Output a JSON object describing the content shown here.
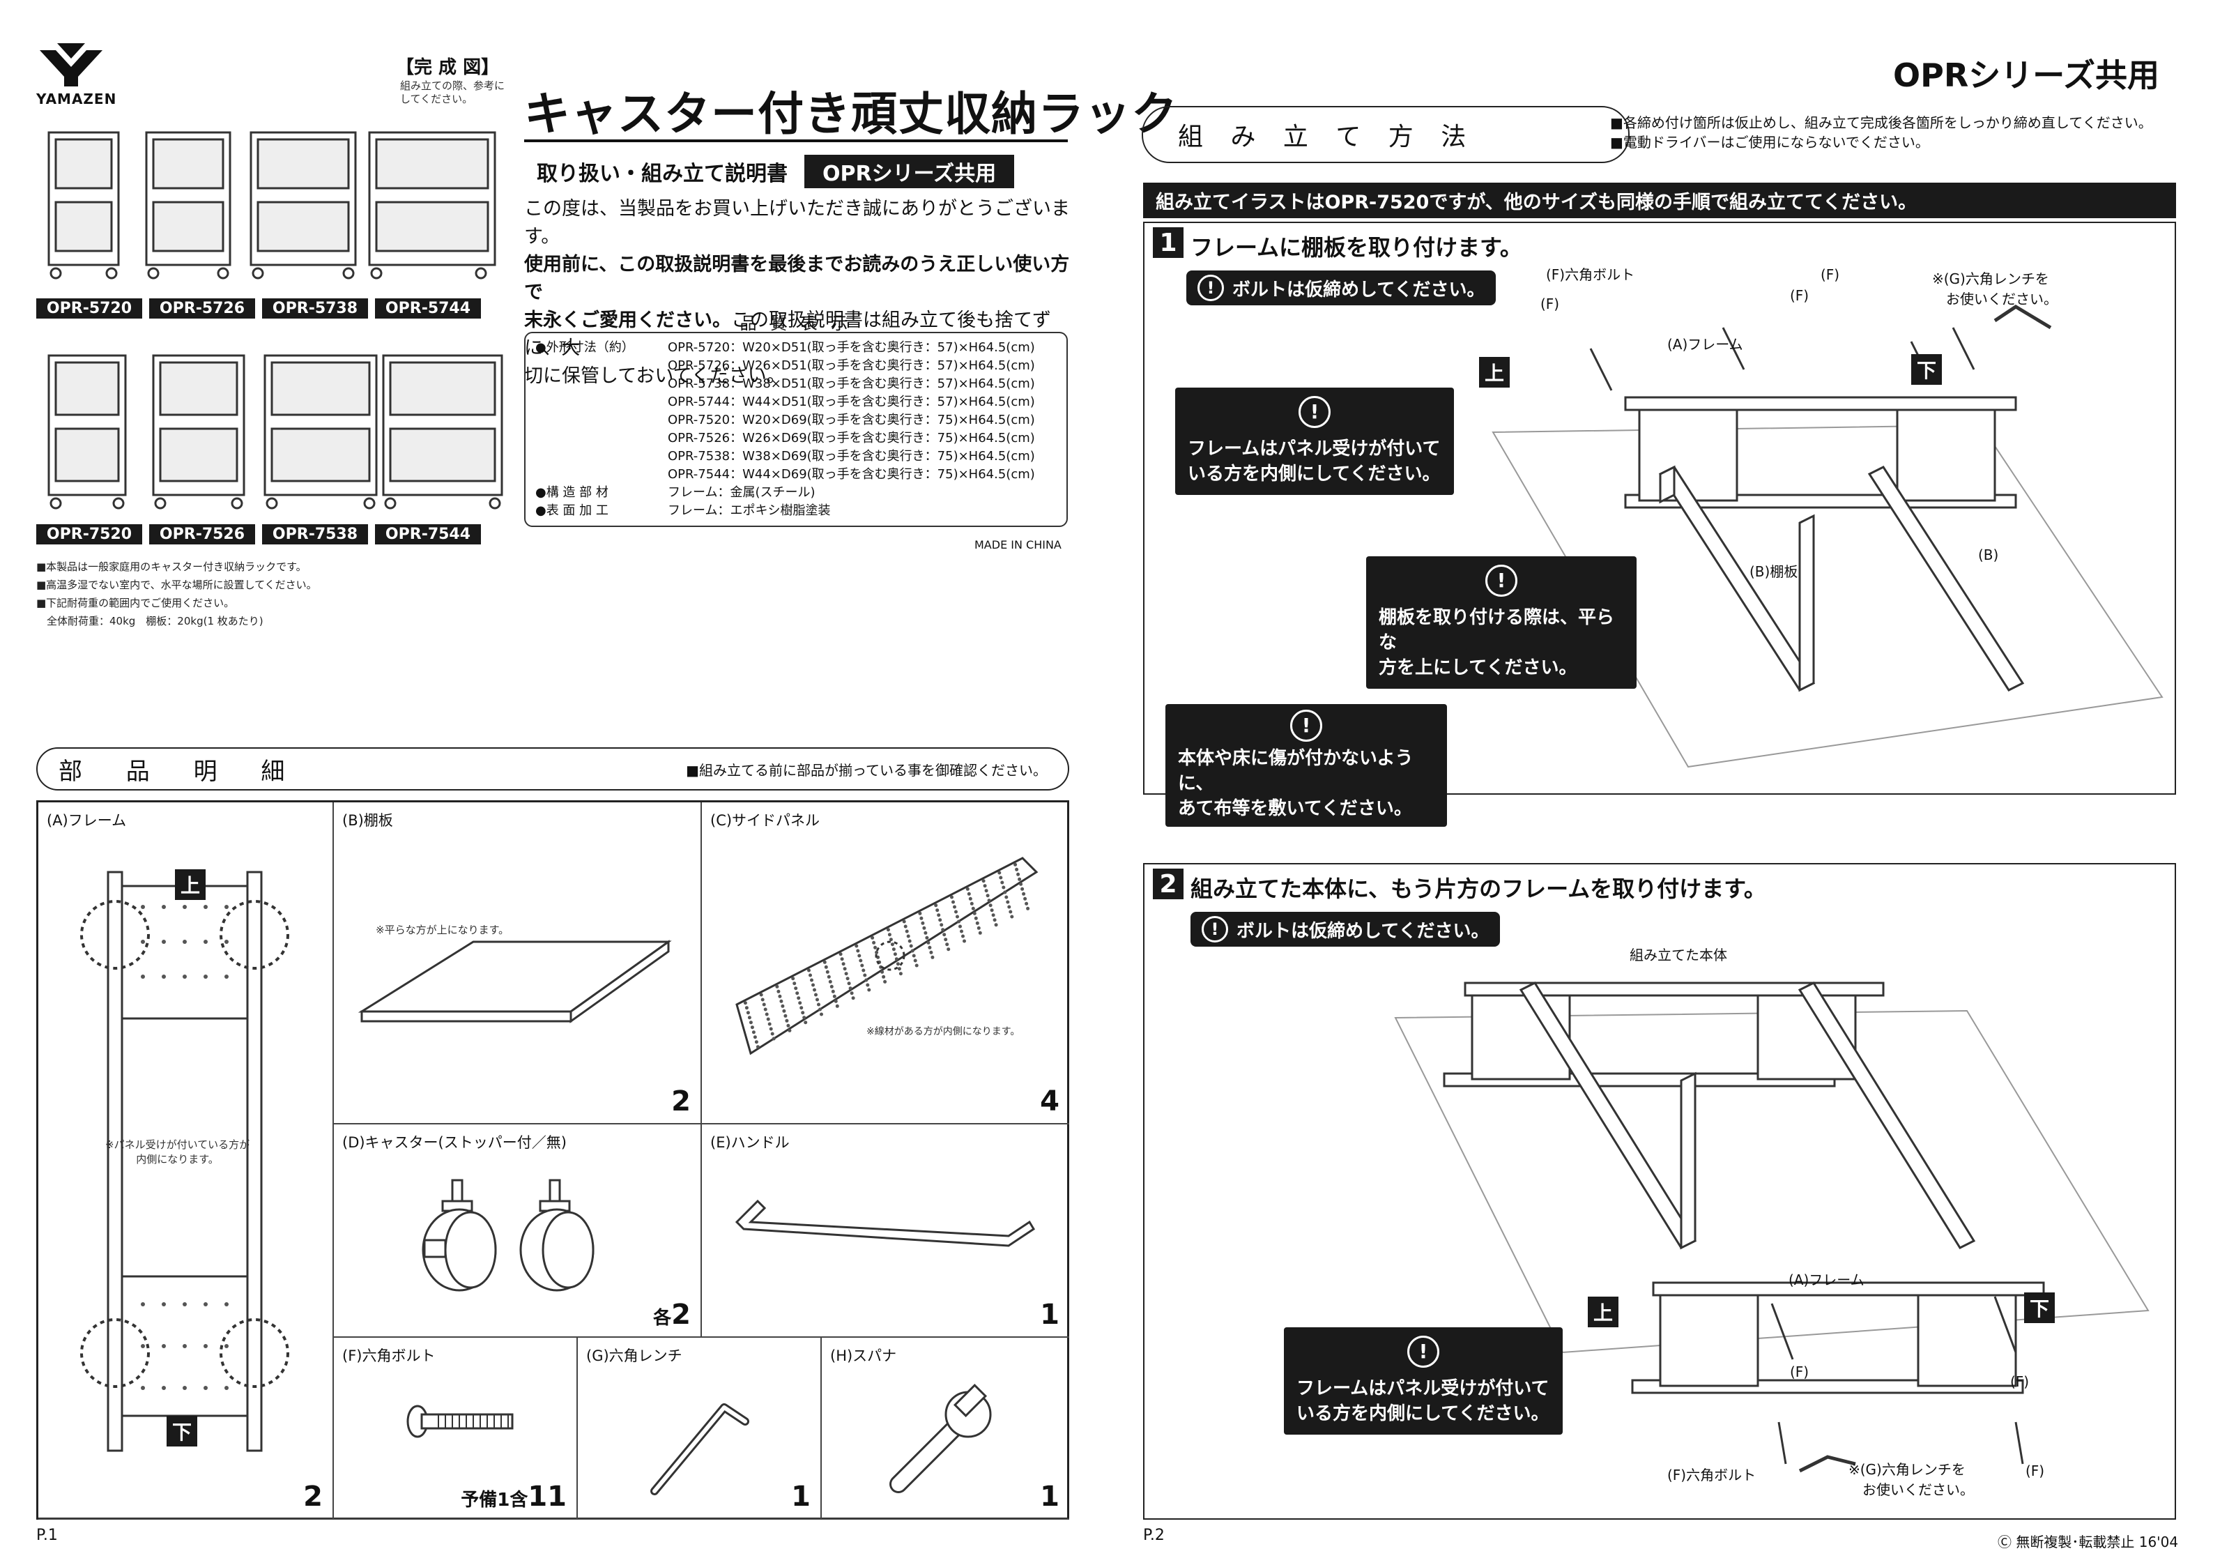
{
  "page1": {
    "logo": {
      "brand": "YAMAZEN"
    },
    "completion": {
      "title": "【完 成 図】",
      "note_lines": [
        "組み立ての際、参考に",
        "してください。"
      ]
    },
    "title": "キャスター付き頑丈収納ラック",
    "subtitle": "取り扱い・組み立て説明書",
    "series_badge": "OPRシリーズ共用",
    "intro": {
      "line1": "この度は、当製品をお買い上げいただき誠にありがとうございます。",
      "line2": "使用前に、この取扱説明書を最後までお読みのうえ正しい使い方で",
      "line3_bold": "末永くご愛用ください。",
      "line3_rest": "この取扱説明書は組み立て後も捨てずに、大",
      "line4": "切に保管しておいてください。"
    },
    "models_row1": [
      "OPR-5720",
      "OPR-5726",
      "OPR-5738",
      "OPR-5744"
    ],
    "models_row2": [
      "OPR-7520",
      "OPR-7526",
      "OPR-7538",
      "OPR-7544"
    ],
    "quality": {
      "heading": "品 質 表 示",
      "dims_label": "●外形寸法（約）",
      "dims": [
        "OPR-5720：W20×D51(取っ手を含む奥行き：57)×H64.5(cm)",
        "OPR-5726：W26×D51(取っ手を含む奥行き：57)×H64.5(cm)",
        "OPR-5738：W38×D51(取っ手を含む奥行き：57)×H64.5(cm)",
        "OPR-5744：W44×D51(取っ手を含む奥行き：57)×H64.5(cm)",
        "OPR-7520：W20×D69(取っ手を含む奥行き：75)×H64.5(cm)",
        "OPR-7526：W26×D69(取っ手を含む奥行き：75)×H64.5(cm)",
        "OPR-7538：W38×D69(取っ手を含む奥行き：75)×H64.5(cm)",
        "OPR-7544：W44×D69(取っ手を含む奥行き：75)×H64.5(cm)"
      ],
      "material_label": "●構 造 部 材",
      "material": "フレーム：金属(スチール)",
      "finish_label": "●表 面 加 工",
      "finish": "フレーム：エポキシ樹脂塗装"
    },
    "made_in": "MADE IN CHINA",
    "notes": [
      "■本製品は一般家庭用のキャスター付き収納ラックです。",
      "■高温多湿でない室内で、水平な場所に設置してください。",
      "■下記耐荷重の範囲内でご使用ください。",
      "　全体耐荷重：40kg　棚板：20kg(1 枚あたり)"
    ],
    "parts_section": {
      "title": "部 品 明 細",
      "note": "■組み立てる前に部品が揃っている事を御確認ください。"
    },
    "parts": {
      "A": {
        "label": "(A)フレーム",
        "qty": "2",
        "up": "上",
        "down": "下",
        "note_lines": [
          "※パネル受けが付いている方が",
          "内側になります。"
        ]
      },
      "B": {
        "label": "(B)棚板",
        "qty": "2",
        "note": "※平らな方が上になります。"
      },
      "C": {
        "label": "(C)サイドパネル",
        "qty": "4",
        "note": "※線材がある方が内側になります。"
      },
      "D": {
        "label": "(D)キャスター(ストッパー付／無)",
        "qty_prefix": "各",
        "qty": "2"
      },
      "E": {
        "label": "(E)ハンドル",
        "qty": "1"
      },
      "F": {
        "label": "(F)六角ボルト",
        "qty_prefix": "予備1含",
        "qty": "11"
      },
      "G": {
        "label": "(G)六角レンチ",
        "qty": "1"
      },
      "H": {
        "label": "(H)スパナ",
        "qty": "1"
      }
    },
    "page_number": "P.1"
  },
  "page2": {
    "header": "OPRシリーズ共用",
    "assembly": {
      "title": "組 み 立 て 方 法",
      "notes": [
        "■各締め付け箇所は仮止めし、組み立て完成後各箇所をしっかり締め直してください。",
        "■電動ドライバーはご使用にならないでください。"
      ]
    },
    "banner": "組み立てイラストはOPR-7520ですが、他のサイズも同様の手順で組み立ててください。",
    "step1": {
      "num": "1",
      "title": "フレームに棚板を取り付けます。",
      "bolt_note": "ボルトは仮締めしてください。",
      "warn_frame": [
        "フレームはパネル受けが付いて",
        "いる方を内側にしてください。"
      ],
      "warn_shelf": [
        "棚板を取り付ける際は、平らな",
        "方を上にしてください。"
      ],
      "warn_floor": [
        "本体や床に傷が付かないように、",
        "あて布等を敷いてください。"
      ],
      "labels": {
        "bolt": "(F)六角ボルト",
        "f": "(F)",
        "wrench": [
          "※(G)六角レンチを",
          "お使いください。"
        ],
        "frame": "(A)フレーム",
        "shelf": "(B)棚板",
        "shelf2": "(B)",
        "up": "上",
        "down": "下"
      }
    },
    "step2": {
      "num": "2",
      "title": "組み立てた本体に、もう片方のフレームを取り付けます。",
      "bolt_note": "ボルトは仮締めしてください。",
      "body_label": "組み立てた本体",
      "frame": "(A)フレーム",
      "warn_frame": [
        "フレームはパネル受けが付いて",
        "いる方を内側にしてください。"
      ],
      "bolt": "(F)六角ボルト",
      "f": "(F)",
      "wrench": [
        "※(G)六角レンチを",
        "お使いください。"
      ],
      "up": "上",
      "down": "下"
    },
    "page_number": "P.2",
    "copyright": "Ⓒ 無断複製･転載禁止  16'04"
  }
}
